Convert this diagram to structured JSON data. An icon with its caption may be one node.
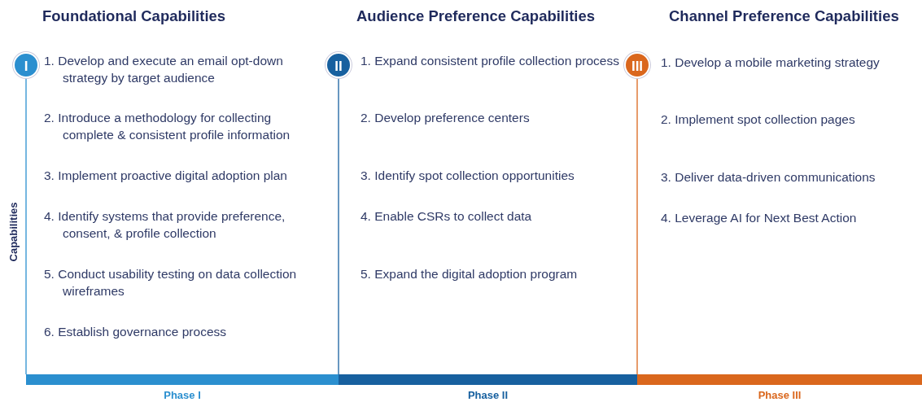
{
  "diagram": {
    "nodes": [
      {
        "text": [
          "I"
        ]
      },
      {
        "text": [
          "II"
        ]
      },
      {
        "text": [
          "III"
        ]
      }
    ],
    "labels": [
      "Foundational Capabilities",
      "Audience Preference Capabilities",
      "Channel Preference Capabilities",
      "1. Develop and execute an email opt-down strategy by target audience",
      "2. Introduce a methodology for collecting complete & consistent profile information",
      "3. Implement proactive digital adoption plan",
      "4. Identify systems that provide preference, consent, & profile collection",
      "5. Conduct usability testing on data collection wireframes",
      "6. Establish governance process",
      "1. Expand consistent profile collection process",
      "2. Develop preference centers",
      "3. Identify spot collection opportunities",
      "4. Enable CSRs to collect data",
      "5. Expand the digital adoption program",
      "1. Develop a mobile marketing strategy",
      "2. Implement spot collection pages",
      "3. Deliver data-driven communications",
      "4. Leverage AI for Next Best Action",
      "Capabilities",
      "Phase I",
      "Phase II",
      "Phase III"
    ]
  }
}
